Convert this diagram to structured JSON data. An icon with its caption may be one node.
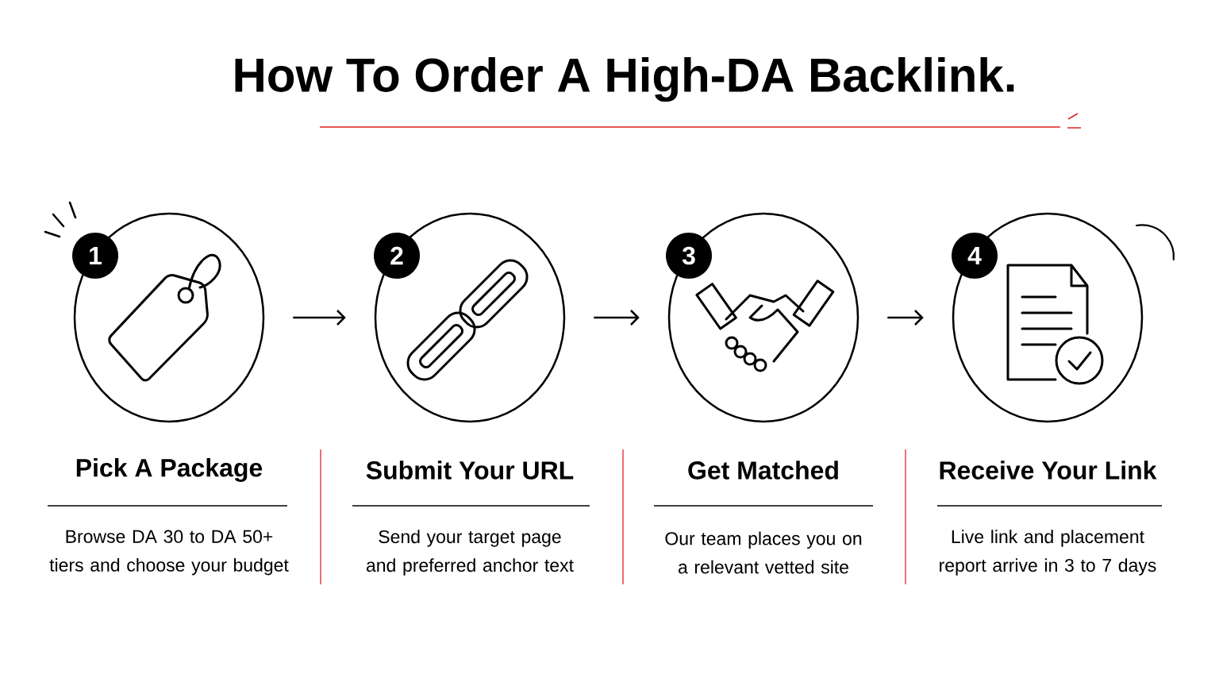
{
  "diagram": {
    "title": "How To Order A High-DA Backlink.",
    "nodes": [
      {
        "text": [],
        "shape": "circle",
        "beside": [
          "Pick A Package",
          "Browse DA 30 to DA 50+ tiers and choose your budget"
        ]
      },
      {
        "text": [],
        "shape": "circle",
        "beside": [
          "Submit Your URL",
          "Send your target page and preferred anchor text"
        ]
      },
      {
        "text": [],
        "shape": "circle",
        "beside": [
          "Get Matched",
          "Our team places you on a relevant vetted site"
        ]
      },
      {
        "text": [],
        "shape": "circle",
        "beside": [
          "Receive Your Link",
          "Live link and placement report arrive in 3 to 7 days"
        ]
      }
    ],
    "edges": [
      {
        "from": 0,
        "to": 1,
        "arrow": "to"
      },
      {
        "from": 1,
        "to": 2,
        "arrow": "to"
      },
      {
        "from": 2,
        "to": 3,
        "arrow": "to"
      }
    ],
    "labels": [
      "1",
      "2",
      "3",
      "4"
    ]
  }
}
